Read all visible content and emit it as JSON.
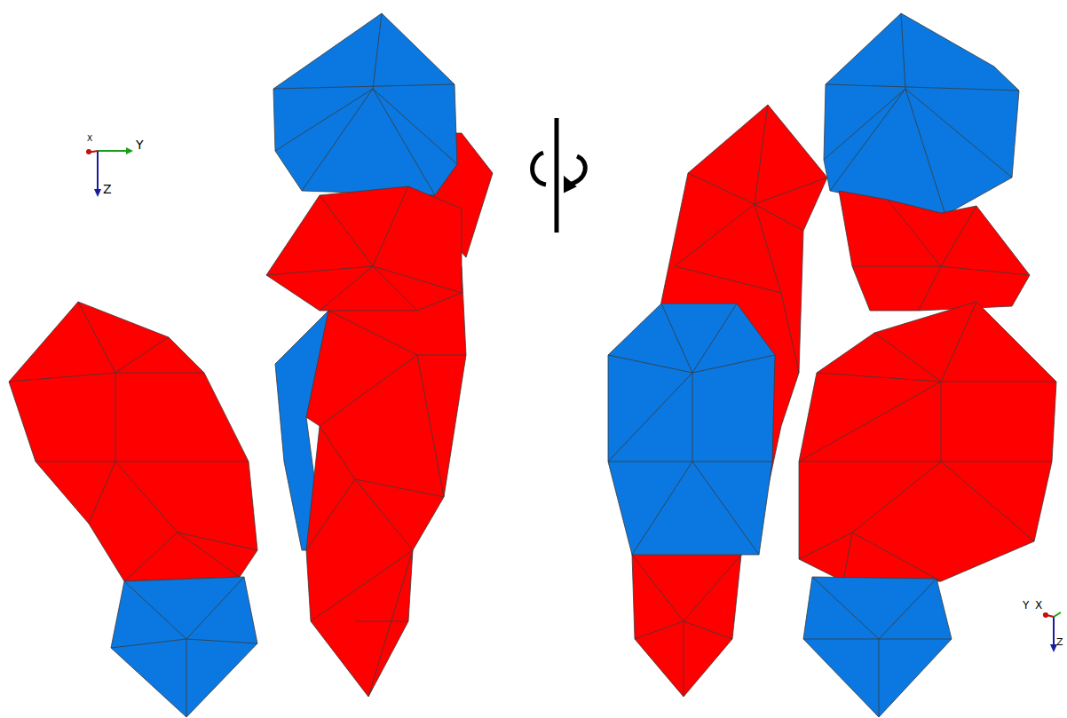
{
  "diagram": {
    "labels": [
      "X",
      "Y",
      "Z",
      "Y",
      "X",
      "Z"
    ]
  }
}
